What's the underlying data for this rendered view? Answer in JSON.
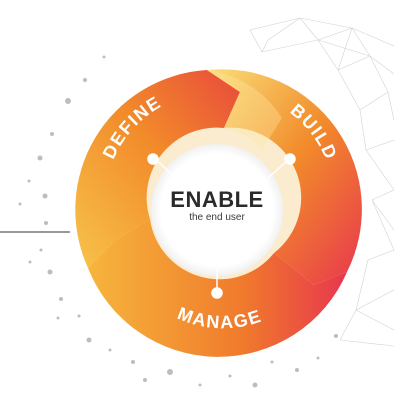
{
  "center": {
    "title": "ENABLE",
    "subtitle": "the end user"
  },
  "segments": [
    {
      "label": "DEFINE"
    },
    {
      "label": "BUILD"
    },
    {
      "label": "MANAGE"
    }
  ],
  "colors": {
    "ring_warm": "#f39a2c",
    "ring_hot": "#e8364f",
    "ring_light": "#f9df7a",
    "text_dark": "#2b2b2b",
    "dots": "#bdbdbd",
    "mesh": "#cfcfcf"
  },
  "icons": [
    "mesh-network-decoration",
    "dot-pattern-decoration",
    "connector-line"
  ]
}
